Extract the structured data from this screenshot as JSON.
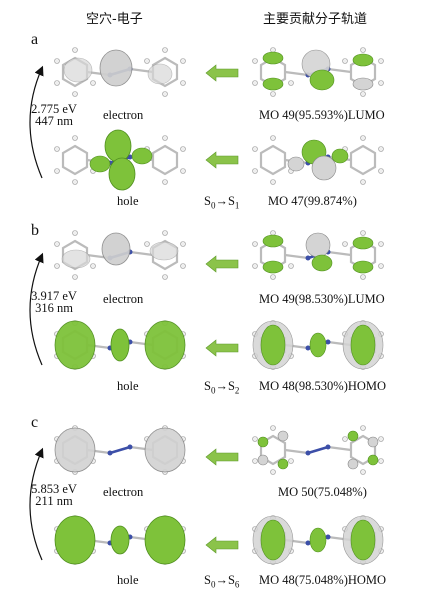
{
  "header": {
    "left": "空穴-电子",
    "right": "主要贡献分子轨道"
  },
  "colors": {
    "green": "#7ec23a",
    "green_dark": "#4f8f1e",
    "grey": "#c9c9c9",
    "grey_dark": "#8a8a8a",
    "nitrogen": "#3c4fa8",
    "arrow_green": "#8bc34a"
  },
  "panels": [
    {
      "letter": "a",
      "energy_ev": "2.775 eV",
      "energy_nm": "447 nm",
      "electron_label": "electron",
      "hole_label": "hole",
      "mo_top": "MO 49(95.593%)LUMO",
      "mo_bottom": "MO 47(99.874%)",
      "transition": {
        "s0": "S",
        "s0_sub": "0",
        "arrow": "→",
        "s1": "S",
        "s1_sub": "1"
      }
    },
    {
      "letter": "b",
      "energy_ev": "3.917 eV",
      "energy_nm": "316 nm",
      "electron_label": "electron",
      "hole_label": "hole",
      "mo_top": "MO 49(98.530%)LUMO",
      "mo_bottom": "MO 48(98.530%)HOMO",
      "transition": {
        "s0": "S",
        "s0_sub": "0",
        "arrow": "→",
        "s1": "S",
        "s1_sub": "2"
      }
    },
    {
      "letter": "c",
      "energy_ev": "5.853 eV",
      "energy_nm": "211 nm",
      "electron_label": "electron",
      "hole_label": "hole",
      "mo_top": "MO 50(75.048%)",
      "mo_bottom": "MO 48(75.048%)HOMO",
      "transition": {
        "s0": "S",
        "s0_sub": "0",
        "arrow": "→",
        "s1": "S",
        "s1_sub": "6"
      }
    }
  ]
}
